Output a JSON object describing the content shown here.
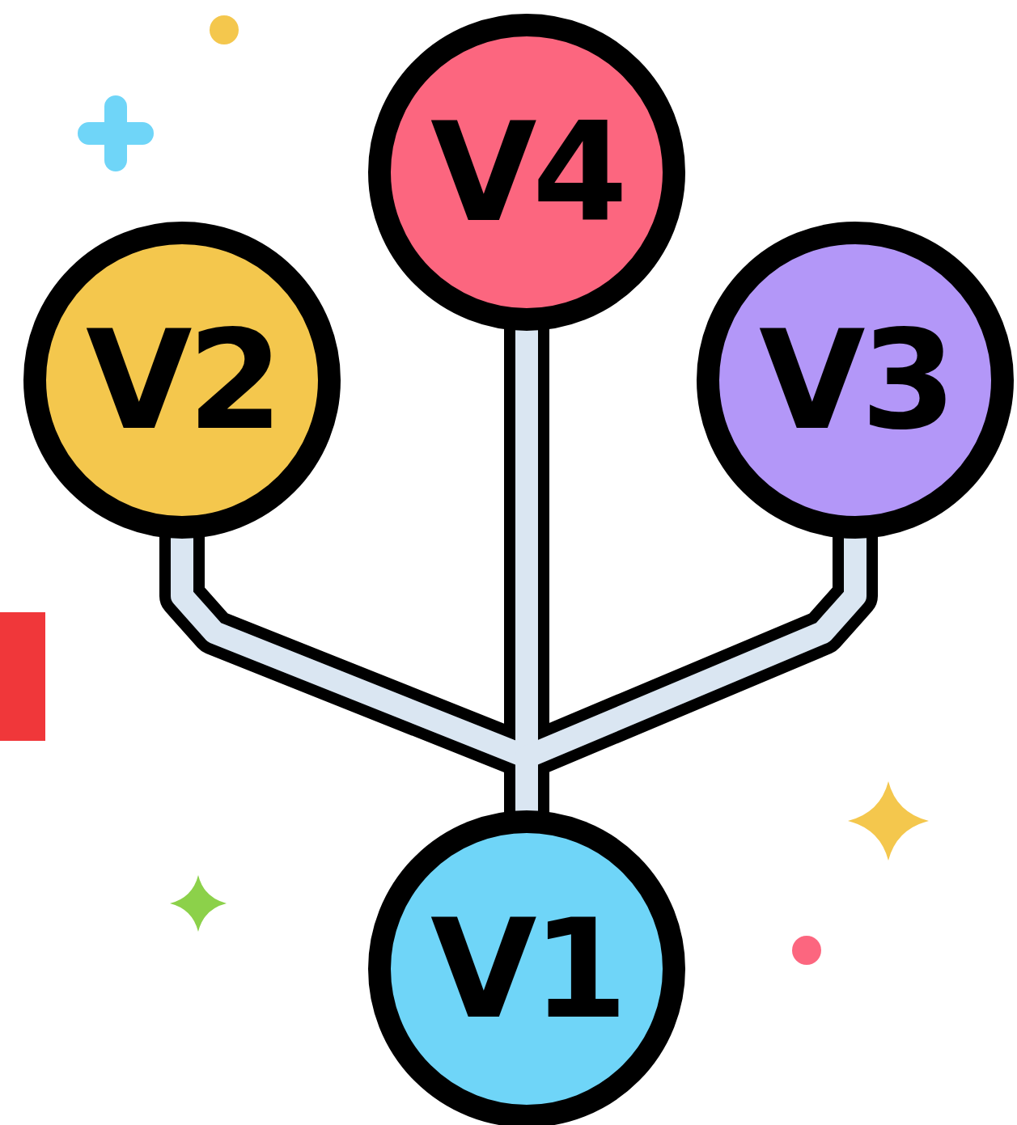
{
  "diagram": {
    "nodes": [
      {
        "text": [
          "V4"
        ]
      },
      {
        "text": [
          "V2"
        ]
      },
      {
        "text": [
          "V3"
        ]
      },
      {
        "text": [
          "V1"
        ]
      }
    ],
    "edges": [
      {
        "from": 3,
        "to": 1,
        "arrow": "none"
      },
      {
        "from": 3,
        "to": 0,
        "arrow": "none"
      },
      {
        "from": 3,
        "to": 2,
        "arrow": "none"
      }
    ]
  }
}
